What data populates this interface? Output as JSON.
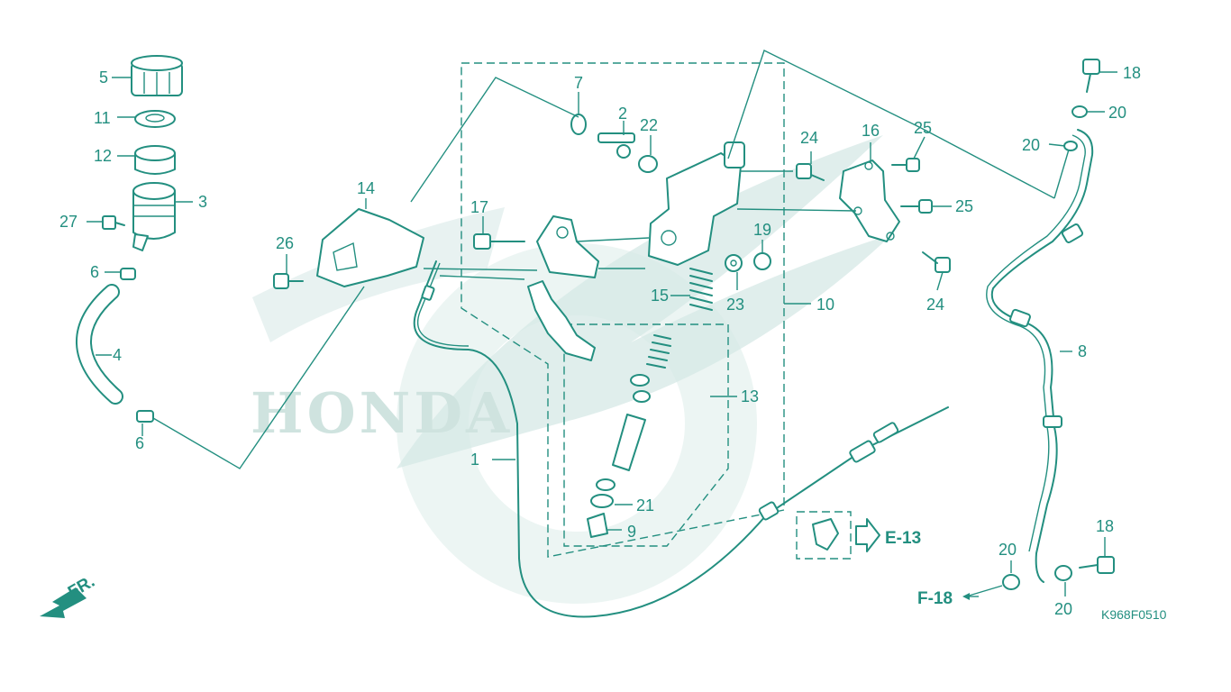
{
  "diagram": {
    "drawing_code": "K968F0510",
    "direction_label": "FR.",
    "references": [
      {
        "id": "ref-e13",
        "text": "E-13"
      },
      {
        "id": "ref-f18",
        "text": "F-18"
      }
    ],
    "watermark": "HONDA",
    "callouts": [
      {
        "id": "c1",
        "text": "1"
      },
      {
        "id": "c2",
        "text": "2"
      },
      {
        "id": "c3",
        "text": "3"
      },
      {
        "id": "c4",
        "text": "4"
      },
      {
        "id": "c5",
        "text": "5"
      },
      {
        "id": "c6a",
        "text": "6"
      },
      {
        "id": "c6b",
        "text": "6"
      },
      {
        "id": "c7",
        "text": "7"
      },
      {
        "id": "c8",
        "text": "8"
      },
      {
        "id": "c9",
        "text": "9"
      },
      {
        "id": "c10",
        "text": "10"
      },
      {
        "id": "c11",
        "text": "11"
      },
      {
        "id": "c12",
        "text": "12"
      },
      {
        "id": "c13",
        "text": "13"
      },
      {
        "id": "c14",
        "text": "14"
      },
      {
        "id": "c15",
        "text": "15"
      },
      {
        "id": "c16",
        "text": "16"
      },
      {
        "id": "c17",
        "text": "17"
      },
      {
        "id": "c18a",
        "text": "18"
      },
      {
        "id": "c18b",
        "text": "18"
      },
      {
        "id": "c19",
        "text": "19"
      },
      {
        "id": "c20a",
        "text": "20"
      },
      {
        "id": "c20b",
        "text": "20"
      },
      {
        "id": "c20c",
        "text": "20"
      },
      {
        "id": "c20d",
        "text": "20"
      },
      {
        "id": "c21",
        "text": "21"
      },
      {
        "id": "c22",
        "text": "22"
      },
      {
        "id": "c23",
        "text": "23"
      },
      {
        "id": "c24a",
        "text": "24"
      },
      {
        "id": "c24b",
        "text": "24"
      },
      {
        "id": "c25a",
        "text": "25"
      },
      {
        "id": "c25b",
        "text": "25"
      },
      {
        "id": "c26",
        "text": "26"
      },
      {
        "id": "c27",
        "text": "27"
      }
    ]
  },
  "colors": {
    "ink": "#238f80",
    "watermark": "#d5e8e5"
  }
}
